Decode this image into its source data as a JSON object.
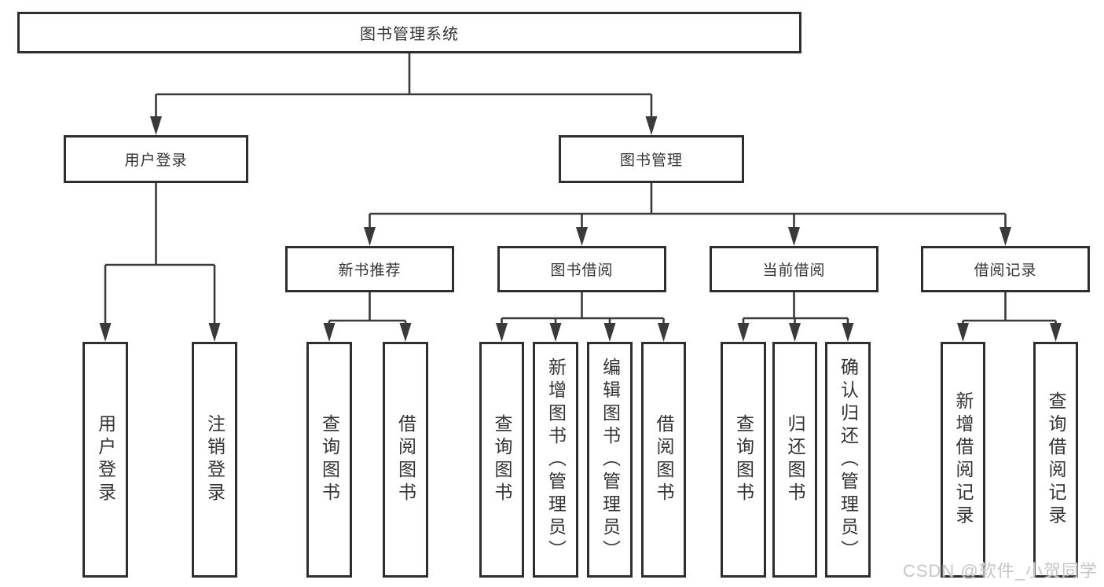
{
  "watermark": "CSDN @软件_小贺同学",
  "colors": {
    "line": "#3a3a3a",
    "box_border": "#2e2e2e",
    "box_bg": "#ffffff",
    "text": "#333333",
    "watermark": "#c6c6c6"
  },
  "tree": {
    "root": {
      "label": "图书管理系统",
      "children": [
        {
          "label": "用户登录",
          "children": [
            {
              "label": "用户登录"
            },
            {
              "label": "注销登录"
            }
          ]
        },
        {
          "label": "图书管理",
          "children": [
            {
              "label": "新书推荐",
              "children": [
                {
                  "label": "查询图书"
                },
                {
                  "label": "借阅图书"
                }
              ]
            },
            {
              "label": "图书借阅",
              "children": [
                {
                  "label": "查询图书"
                },
                {
                  "label": "新增图书（管理员）"
                },
                {
                  "label": "编辑图书（管理员）"
                },
                {
                  "label": "借阅图书"
                }
              ]
            },
            {
              "label": "当前借阅",
              "children": [
                {
                  "label": "查询图书"
                },
                {
                  "label": "归还图书"
                },
                {
                  "label": "确认归还（管理员）"
                }
              ]
            },
            {
              "label": "借阅记录",
              "children": [
                {
                  "label": "新增借阅记录"
                },
                {
                  "label": "查询借阅记录"
                }
              ]
            }
          ]
        }
      ]
    }
  }
}
